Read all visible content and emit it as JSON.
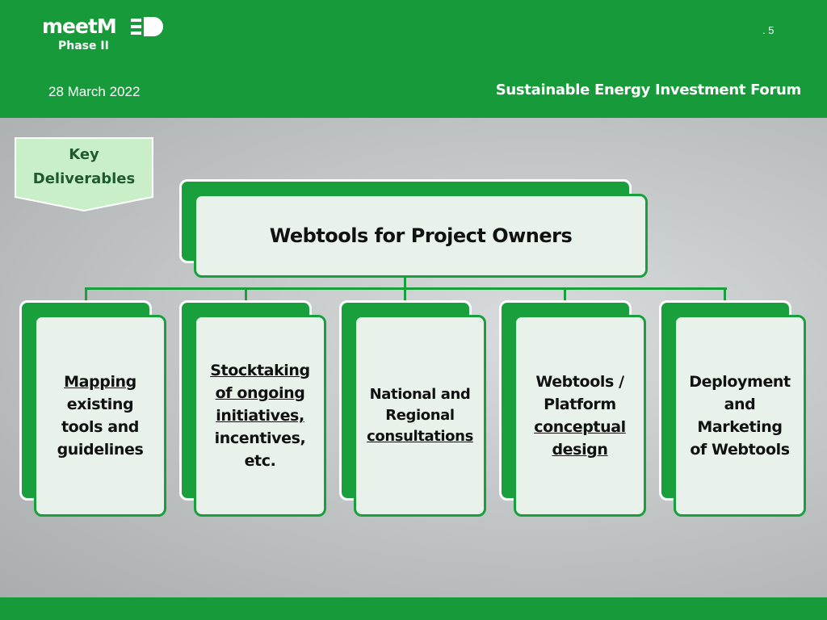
{
  "header": {
    "logo_text": "meetM",
    "phase": "Phase II",
    "page_number": ". 5",
    "date": "28 March 2022",
    "event": "Sustainable Energy Investment Forum",
    "logo_icon": "plug-icon"
  },
  "key_label": {
    "line1": "Key",
    "line2": "Deliverables"
  },
  "diagram": {
    "root": "Webtools for Project Owners",
    "children": [
      {
        "lines": [
          "Mapping",
          "existing",
          "tools and",
          "guidelines"
        ]
      },
      {
        "lines": [
          "Stocktaking",
          "of ongoing",
          "initiatives,",
          "incentives,",
          "etc."
        ]
      },
      {
        "lines": [
          "National and",
          "Regional",
          "consultations"
        ]
      },
      {
        "lines": [
          "Webtools /",
          "Platform",
          "conceptual",
          "design"
        ]
      },
      {
        "lines": [
          "Deployment",
          "and",
          "Marketing",
          "of Webtools"
        ]
      }
    ]
  },
  "colors": {
    "brand_green": "#179a3a",
    "box_fill": "#e8f2eb",
    "text_dark": "#111111"
  }
}
